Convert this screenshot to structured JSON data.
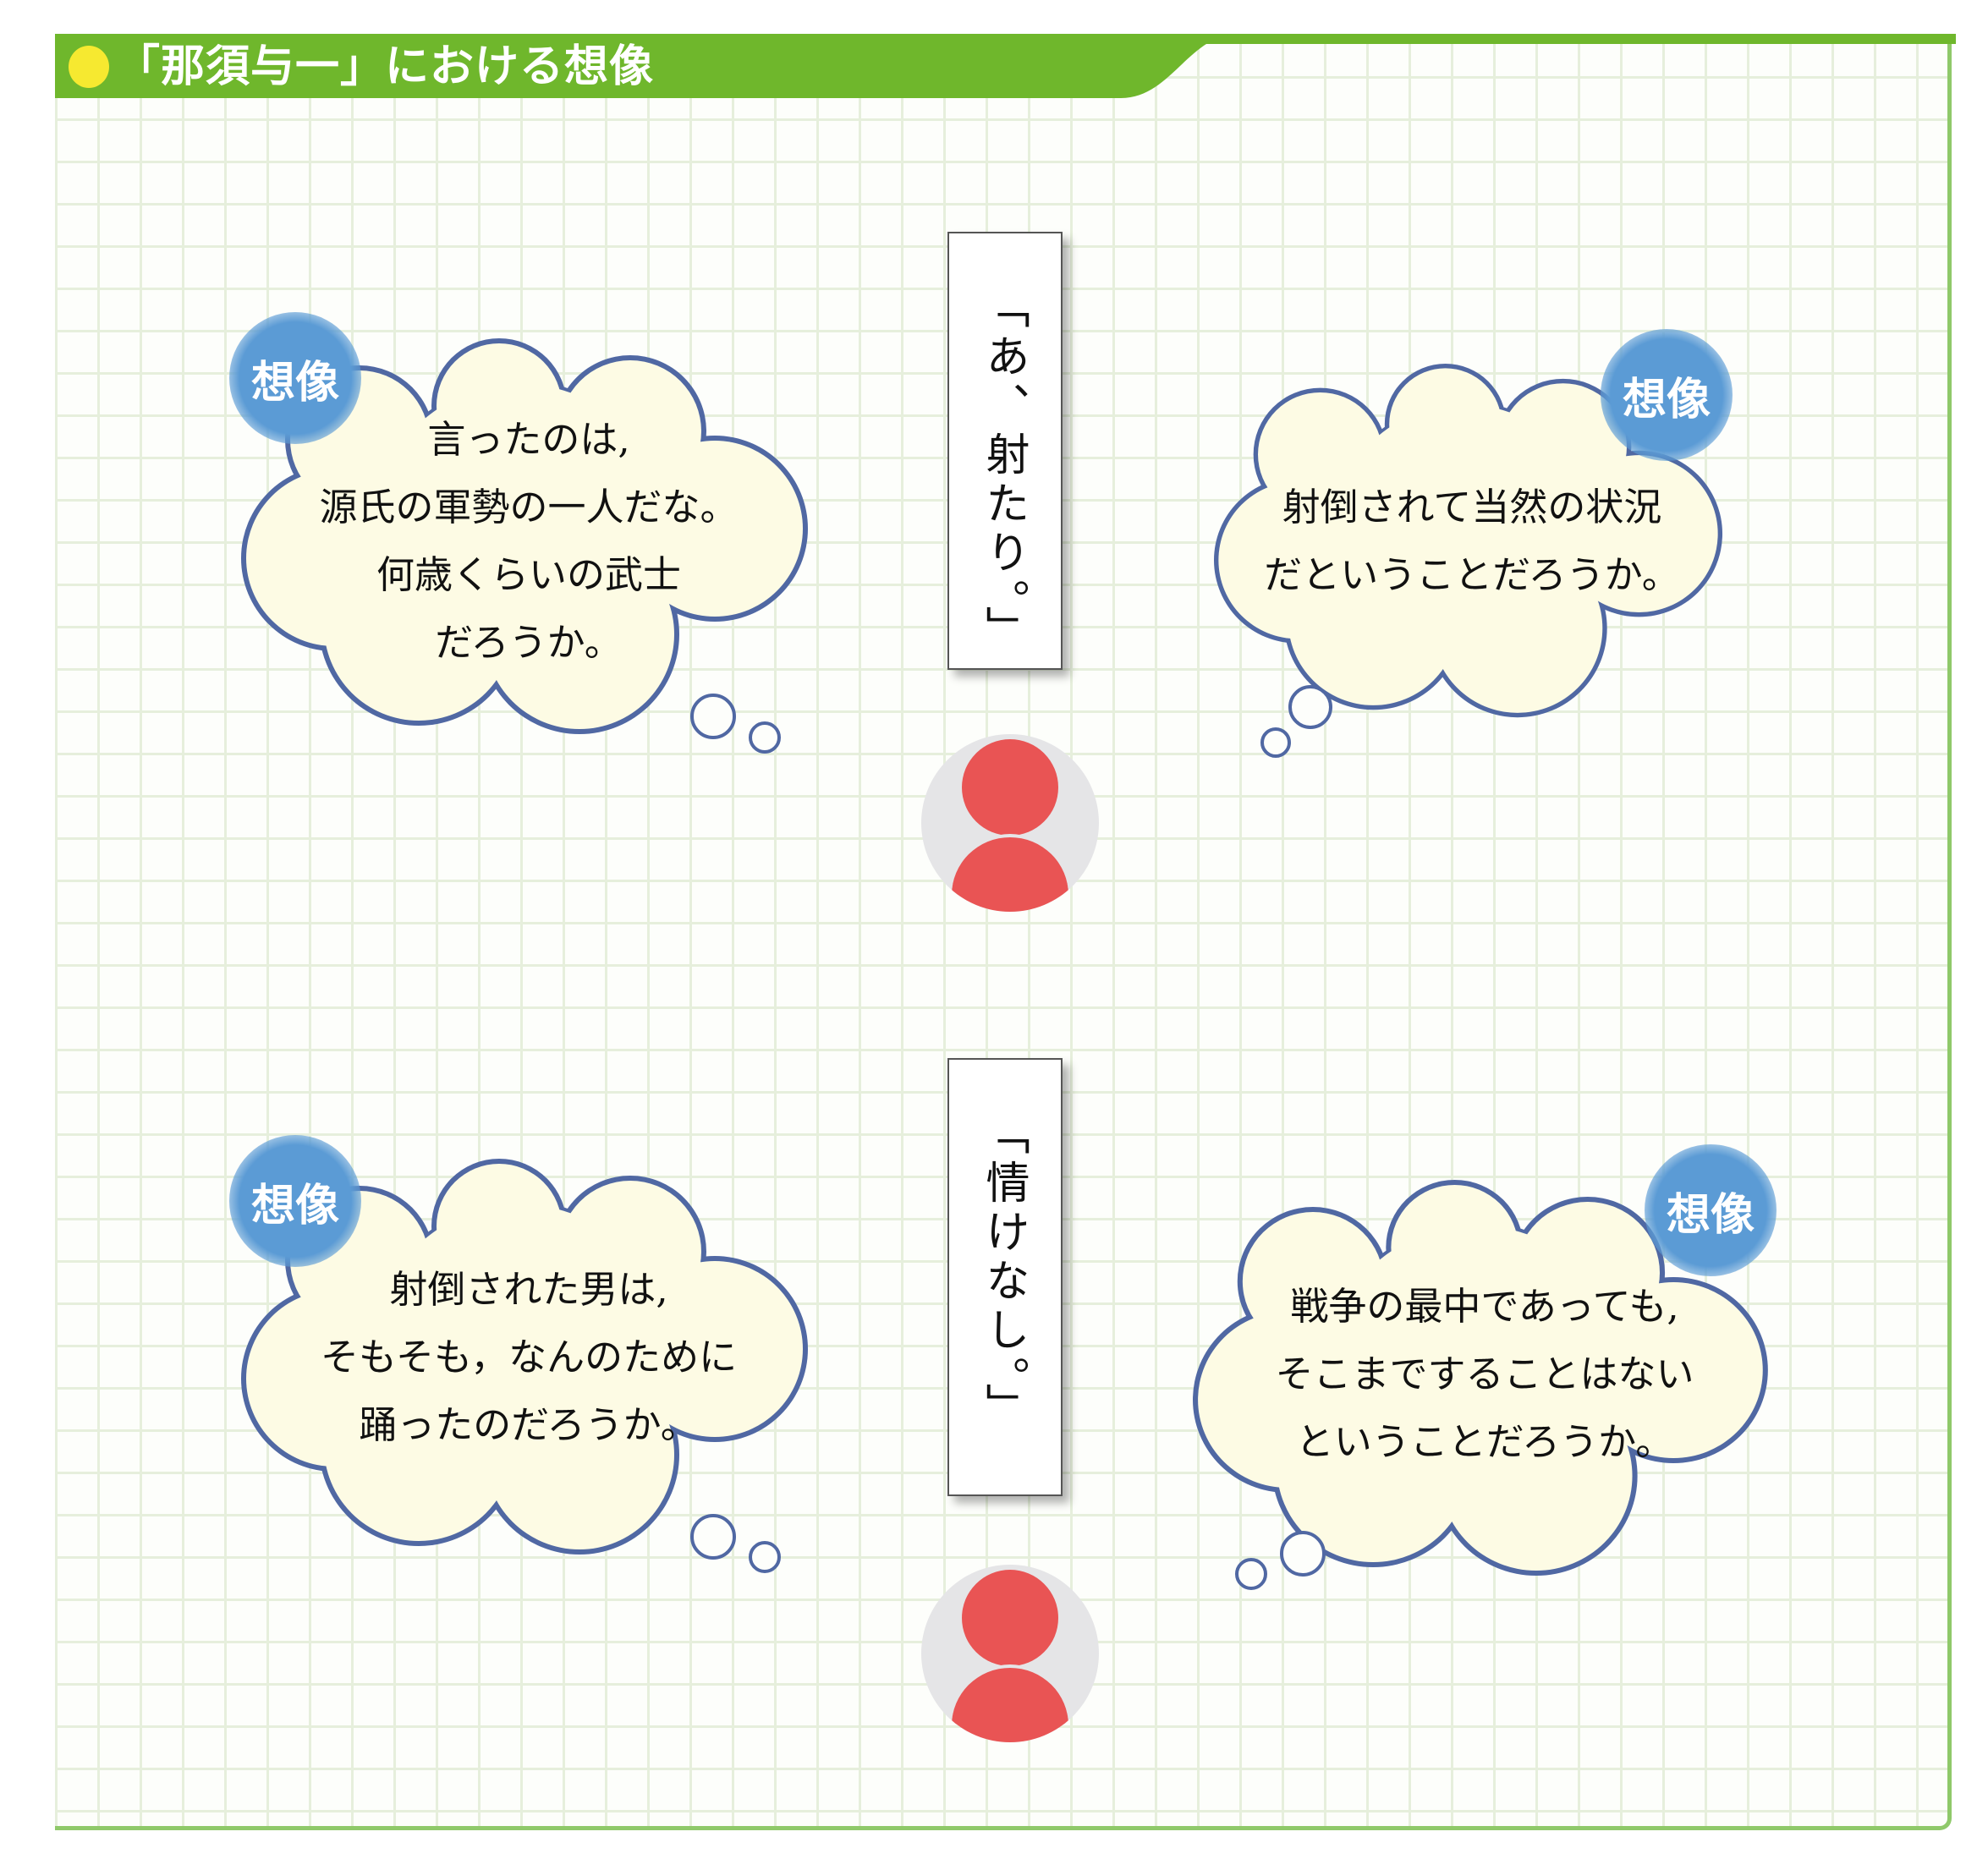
{
  "header": {
    "title": "「那須与一」における想像"
  },
  "colors": {
    "header_green": "#6fb72c",
    "badge_blue": "#5b9bd5",
    "cloud_fill": "#fdfbe4",
    "cloud_stroke": "#5068a3",
    "avatar_red": "#e95454"
  },
  "quotes": [
    {
      "text": "「あ、射たり。」"
    },
    {
      "text": "「情けなし。」"
    }
  ],
  "thoughts": [
    {
      "badge": "想像",
      "lines": [
        "言ったのは,",
        "源氏の軍勢の一人だな。",
        "何歳くらいの武士",
        "だろうか。"
      ]
    },
    {
      "badge": "想像",
      "lines": [
        "射倒されて当然の状況",
        "だということだろうか。"
      ]
    },
    {
      "badge": "想像",
      "lines": [
        "射倒された男は,",
        "そもそも，なんのために",
        "踊ったのだろうか。"
      ]
    },
    {
      "badge": "想像",
      "lines": [
        "戦争の最中であっても,",
        "そこまですることはない",
        "ということだろうか。"
      ]
    }
  ],
  "icons": {
    "avatar": "person-avatar-icon",
    "bullet": "yellow-circle-icon"
  }
}
